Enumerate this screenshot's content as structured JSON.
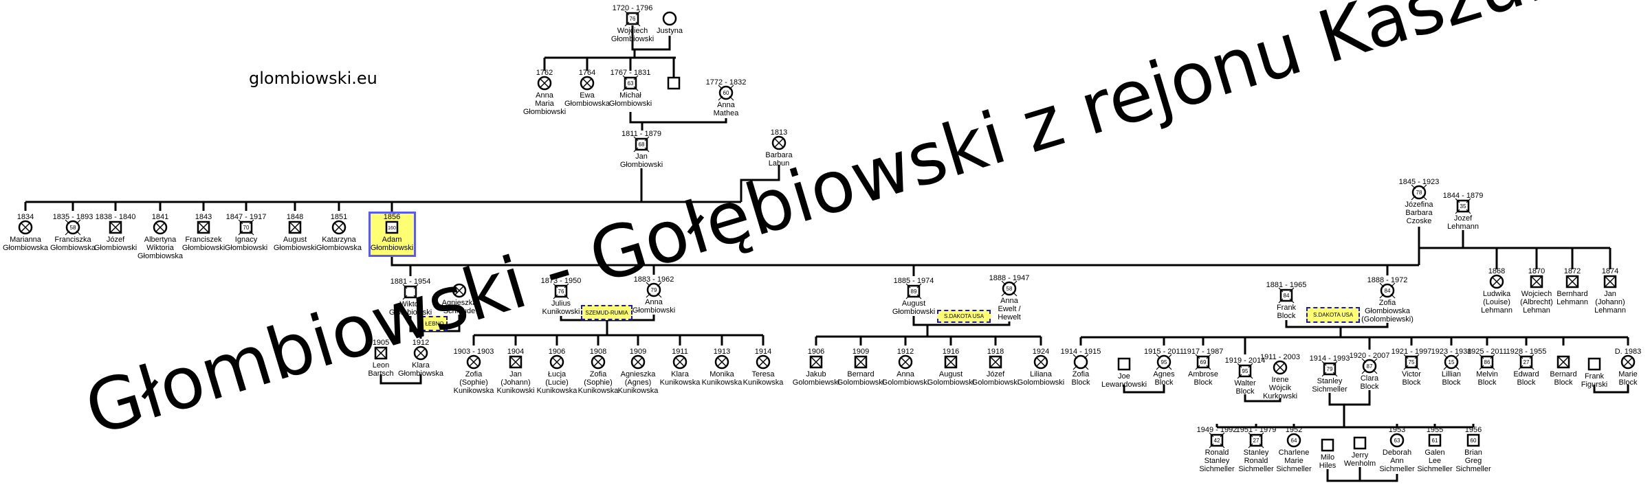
{
  "site_label": "glombiowski.eu",
  "watermark": "Głombiowski - Gołębiowski z rejonu Kaszub",
  "colors": {
    "highlight": "#ffff73",
    "highlight_border": "#5a5af0",
    "place_border": "#1a1aa0",
    "line": "#000000"
  },
  "places": [
    "ŁEBNO",
    "SZEMUD-RUMIA",
    "S.DAKOTA USA",
    "S.DAKOTA USA"
  ],
  "people": [
    {
      "id": "wojciech",
      "dates": "1720 - 1796",
      "name": [
        "Wojciech",
        "Głombiowski"
      ],
      "sex": "m",
      "mark": "agex",
      "age": "76"
    },
    {
      "id": "justyna",
      "dates": "",
      "name": [
        "Justyna"
      ],
      "sex": "f",
      "mark": "none",
      "age": ""
    },
    {
      "id": "annamaria",
      "dates": "1762",
      "name": [
        "Anna",
        "Maria",
        "Głombiowski"
      ],
      "sex": "f",
      "mark": "x",
      "age": ""
    },
    {
      "id": "ewa",
      "dates": "1764",
      "name": [
        "Ewa",
        "Głombiowska"
      ],
      "sex": "f",
      "mark": "x",
      "age": ""
    },
    {
      "id": "michal",
      "dates": "1767 - 1831",
      "name": [
        "Michał",
        "Głombiowski"
      ],
      "sex": "m",
      "mark": "agex",
      "age": "63"
    },
    {
      "id": "unknown",
      "dates": "",
      "name": [],
      "sex": "m",
      "mark": "none",
      "age": ""
    },
    {
      "id": "mathea",
      "dates": "1772 - 1832",
      "name": [
        "Anna",
        "Mathea"
      ],
      "sex": "f",
      "mark": "agex",
      "age": "60"
    },
    {
      "id": "jan",
      "dates": "1811 - 1879",
      "name": [
        "Jan",
        "Głombiowski"
      ],
      "sex": "m",
      "mark": "agex",
      "age": "68"
    },
    {
      "id": "barbara",
      "dates": "1813",
      "name": [
        "Barbara",
        "Labun"
      ],
      "sex": "f",
      "mark": "x",
      "age": ""
    },
    {
      "id": "marianna",
      "dates": "1834",
      "name": [
        "Marianna",
        "Głombiowska"
      ],
      "sex": "f",
      "mark": "x",
      "age": ""
    },
    {
      "id": "franciszka",
      "dates": "1835 - 1893",
      "name": [
        "Franciszka",
        "Głombiowska"
      ],
      "sex": "f",
      "mark": "agex",
      "age": "58"
    },
    {
      "id": "jozef1",
      "dates": "1838 - 1840",
      "name": [
        "Józef",
        "Głombiowski"
      ],
      "sex": "m",
      "mark": "x",
      "age": ""
    },
    {
      "id": "albertyna",
      "dates": "1841",
      "name": [
        "Albertyna",
        "Wiktoria",
        "Głombiowska"
      ],
      "sex": "f",
      "mark": "x",
      "age": ""
    },
    {
      "id": "franciszek",
      "dates": "1843",
      "name": [
        "Franciszek",
        "Głombiowski"
      ],
      "sex": "m",
      "mark": "x",
      "age": ""
    },
    {
      "id": "ignacy",
      "dates": "1847 - 1917",
      "name": [
        "Ignacy",
        "Głombiowski"
      ],
      "sex": "m",
      "mark": "agex",
      "age": "70"
    },
    {
      "id": "august1",
      "dates": "1848",
      "name": [
        "August",
        "Głombiowski"
      ],
      "sex": "m",
      "mark": "x",
      "age": ""
    },
    {
      "id": "katarzyna",
      "dates": "1851",
      "name": [
        "Katarzyna",
        "Głombiowska"
      ],
      "sex": "f",
      "mark": "x",
      "age": ""
    },
    {
      "id": "adam",
      "dates": "1856",
      "name": [
        "Adam",
        "Głombiowski"
      ],
      "sex": "m",
      "mark": "age",
      "age": "160"
    },
    {
      "id": "jozefina",
      "dates": "1845 - 1923",
      "name": [
        "Józefina",
        "Barbara",
        "Czoske"
      ],
      "sex": "f",
      "mark": "agex",
      "age": "78"
    },
    {
      "id": "jozefl",
      "dates": "1844 - 1879",
      "name": [
        "Jozef",
        "Lehmann"
      ],
      "sex": "m",
      "mark": "agex",
      "age": "35"
    },
    {
      "id": "ludwika",
      "dates": "1868",
      "name": [
        "Ludwika",
        "(Louise)",
        "Lehmann"
      ],
      "sex": "f",
      "mark": "x",
      "age": ""
    },
    {
      "id": "wojciechl",
      "dates": "1870",
      "name": [
        "Wojciech",
        "(Albrecht)",
        "Lehman"
      ],
      "sex": "m",
      "mark": "x",
      "age": ""
    },
    {
      "id": "bernhard",
      "dates": "1872",
      "name": [
        "Bernhard",
        "Lehmann"
      ],
      "sex": "m",
      "mark": "x",
      "age": ""
    },
    {
      "id": "janl",
      "dates": "1874",
      "name": [
        "Jan",
        "(Johann)",
        "Lehmann"
      ],
      "sex": "m",
      "mark": "x",
      "age": ""
    },
    {
      "id": "wiktor",
      "dates": "1881 - 1954",
      "name": [
        "Wiktor",
        "Głombiowski"
      ],
      "sex": "m",
      "mark": "agex",
      "age": ""
    },
    {
      "id": "agnieszka",
      "dates": "",
      "name": [
        "Agnieszka",
        "Schmude"
      ],
      "sex": "f",
      "mark": "x",
      "age": ""
    },
    {
      "id": "julius",
      "dates": "1873 - 1950",
      "name": [
        "Julius",
        "Kunikowski"
      ],
      "sex": "m",
      "mark": "agex",
      "age": "76"
    },
    {
      "id": "annag",
      "dates": "1883 - 1962",
      "name": [
        "Anna",
        "Głombiowski"
      ],
      "sex": "f",
      "mark": "agex",
      "age": "79"
    },
    {
      "id": "august2",
      "dates": "1885 - 1974",
      "name": [
        "August",
        "Głombiowski"
      ],
      "sex": "m",
      "mark": "agex",
      "age": "89"
    },
    {
      "id": "ewelt",
      "dates": "1888 - 1947",
      "name": [
        "Anna",
        "Ewelt /",
        "Hewelt"
      ],
      "sex": "f",
      "mark": "agex",
      "age": "58"
    },
    {
      "id": "frank",
      "dates": "1881 - 1965",
      "name": [
        "Frank",
        "Block"
      ],
      "sex": "m",
      "mark": "agex",
      "age": "84"
    },
    {
      "id": "zofia",
      "dates": "1888 - 1972",
      "name": [
        "Zofia",
        "Głombiowska",
        "(Golombiewski)"
      ],
      "sex": "f",
      "mark": "agex",
      "age": "84"
    },
    {
      "id": "leon",
      "dates": "1905",
      "name": [
        "Leon",
        "Bartsch"
      ],
      "sex": "m",
      "mark": "x",
      "age": ""
    },
    {
      "id": "klara",
      "dates": "1912",
      "name": [
        "Klara",
        "Głombiowska"
      ],
      "sex": "f",
      "mark": "x",
      "age": ""
    },
    {
      "id": "k1",
      "dates": "1903 - 1903",
      "name": [
        "Zofia",
        "(Sophie)",
        "Kunikowska"
      ],
      "sex": "f",
      "mark": "x",
      "age": ""
    },
    {
      "id": "k2",
      "dates": "1904",
      "name": [
        "Jan",
        "(Johann)",
        "Kunikowski"
      ],
      "sex": "m",
      "mark": "x",
      "age": ""
    },
    {
      "id": "k3",
      "dates": "1906",
      "name": [
        "Łucja",
        "(Lucie)",
        "Kunikowska"
      ],
      "sex": "f",
      "mark": "x",
      "age": ""
    },
    {
      "id": "k4",
      "dates": "1908",
      "name": [
        "Zofia",
        "(Sophie)",
        "Kunikowska"
      ],
      "sex": "f",
      "mark": "x",
      "age": ""
    },
    {
      "id": "k5",
      "dates": "1909",
      "name": [
        "Agnieszka",
        "(Agnes)",
        "Kunikowska"
      ],
      "sex": "f",
      "mark": "x",
      "age": ""
    },
    {
      "id": "k6",
      "dates": "1911",
      "name": [
        "Klara",
        "Kunikowska"
      ],
      "sex": "f",
      "mark": "x",
      "age": ""
    },
    {
      "id": "k7",
      "dates": "1913",
      "name": [
        "Monika",
        "Kunikowska"
      ],
      "sex": "f",
      "mark": "x",
      "age": ""
    },
    {
      "id": "k8",
      "dates": "1914",
      "name": [
        "Teresa",
        "Kunikowska"
      ],
      "sex": "f",
      "mark": "x",
      "age": ""
    },
    {
      "id": "g1",
      "dates": "1906",
      "name": [
        "Jakub",
        "Golombiewski"
      ],
      "sex": "m",
      "mark": "x",
      "age": ""
    },
    {
      "id": "g2",
      "dates": "1909",
      "name": [
        "Bernard",
        "Golombiowski"
      ],
      "sex": "m",
      "mark": "x",
      "age": ""
    },
    {
      "id": "g3",
      "dates": "1912",
      "name": [
        "Anna",
        "Golombiowski"
      ],
      "sex": "f",
      "mark": "x",
      "age": ""
    },
    {
      "id": "g4",
      "dates": "1916",
      "name": [
        "August",
        "Golombiowski"
      ],
      "sex": "m",
      "mark": "x",
      "age": ""
    },
    {
      "id": "g5",
      "dates": "1918",
      "name": [
        "Józef",
        "Golombiowski"
      ],
      "sex": "m",
      "mark": "x",
      "age": ""
    },
    {
      "id": "g6",
      "dates": "1924",
      "name": [
        "Liliana",
        "Golombiowski"
      ],
      "sex": "f",
      "mark": "x",
      "age": ""
    },
    {
      "id": "b1",
      "dates": "1914 - 1915",
      "name": [
        "Zofia",
        "Block"
      ],
      "sex": "f",
      "mark": "agex",
      "age": ""
    },
    {
      "id": "joe",
      "dates": "",
      "name": [
        "Joe",
        "Lewandowski"
      ],
      "sex": "m",
      "mark": "none",
      "age": ""
    },
    {
      "id": "b2",
      "dates": "1915 - 2011",
      "name": [
        "Agnes",
        "Block"
      ],
      "sex": "f",
      "mark": "agex",
      "age": "95"
    },
    {
      "id": "b3",
      "dates": "1917 - 1987",
      "name": [
        "Ambrose",
        "Block"
      ],
      "sex": "m",
      "mark": "agex",
      "age": "69"
    },
    {
      "id": "b4",
      "dates": "1919 - 2014",
      "name": [
        "Walter",
        "Block"
      ],
      "sex": "m",
      "mark": "agex",
      "age": "95"
    },
    {
      "id": "irene",
      "dates": "1911 - 2003",
      "name": [
        "Irene",
        "Wójcik",
        "Kurkowski"
      ],
      "sex": "f",
      "mark": "x",
      "age": ""
    },
    {
      "id": "stanley",
      "dates": "1914 - 1993",
      "name": [
        "Stanley",
        "Sichmeller"
      ],
      "sex": "m",
      "mark": "agex",
      "age": "79"
    },
    {
      "id": "b5",
      "dates": "1920 - 2007",
      "name": [
        "Clara",
        "Block"
      ],
      "sex": "f",
      "mark": "agex",
      "age": "87"
    },
    {
      "id": "b6",
      "dates": "1921 - 1997",
      "name": [
        "Victor",
        "Block"
      ],
      "sex": "m",
      "mark": "agex",
      "age": "75"
    },
    {
      "id": "b7",
      "dates": "1923 - 1938",
      "name": [
        "Lillian",
        "Block"
      ],
      "sex": "f",
      "mark": "agex",
      "age": "15"
    },
    {
      "id": "b8",
      "dates": "1925 - 2011",
      "name": [
        "Melvin",
        "Block"
      ],
      "sex": "m",
      "mark": "agex",
      "age": "86"
    },
    {
      "id": "b9",
      "dates": "1928 - 1955",
      "name": [
        "Edward",
        "Block"
      ],
      "sex": "m",
      "mark": "agex",
      "age": "27"
    },
    {
      "id": "b10",
      "dates": "",
      "name": [
        "Bernard",
        "Block"
      ],
      "sex": "m",
      "mark": "x",
      "age": ""
    },
    {
      "id": "frankf",
      "dates": "",
      "name": [
        "Frank",
        "Figurski"
      ],
      "sex": "m",
      "mark": "none",
      "age": ""
    },
    {
      "id": "b11",
      "dates": "D. 1983",
      "name": [
        "Marie",
        "Block"
      ],
      "sex": "f",
      "mark": "x",
      "age": ""
    },
    {
      "id": "s1",
      "dates": "1949 - 1992",
      "name": [
        "Ronald",
        "Stanley",
        "Sichmeller"
      ],
      "sex": "m",
      "mark": "agex",
      "age": "42"
    },
    {
      "id": "s2",
      "dates": "1951 - 1979",
      "name": [
        "Stanley",
        "Ronald",
        "Sichmeller"
      ],
      "sex": "m",
      "mark": "agex",
      "age": "27"
    },
    {
      "id": "s3",
      "dates": "1952",
      "name": [
        "Charlene",
        "Marie",
        "Sichmeller"
      ],
      "sex": "f",
      "mark": "age",
      "age": "64"
    },
    {
      "id": "milo",
      "dates": "",
      "name": [
        "Milo",
        "Hiles"
      ],
      "sex": "m",
      "mark": "none",
      "age": ""
    },
    {
      "id": "jerry",
      "dates": "",
      "name": [
        "Jerry",
        "Wenholm"
      ],
      "sex": "m",
      "mark": "none",
      "age": ""
    },
    {
      "id": "s4",
      "dates": "1953",
      "name": [
        "Deborah",
        "Ann",
        "Sichmeller"
      ],
      "sex": "f",
      "mark": "age",
      "age": "63"
    },
    {
      "id": "s5",
      "dates": "1955",
      "name": [
        "Galen",
        "Lee",
        "Sichmeller"
      ],
      "sex": "m",
      "mark": "age",
      "age": "61"
    },
    {
      "id": "s6",
      "dates": "1956",
      "name": [
        "Brian",
        "Greg",
        "Sichmeller"
      ],
      "sex": "m",
      "mark": "age",
      "age": "60"
    }
  ]
}
